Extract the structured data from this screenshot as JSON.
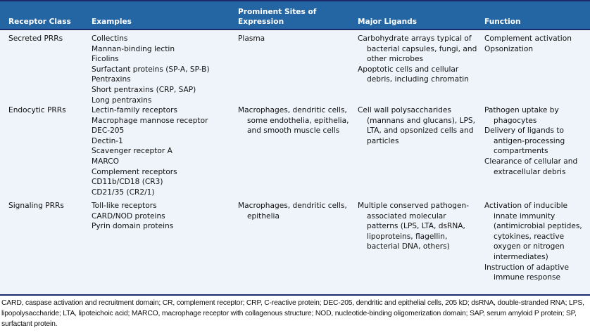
{
  "headers": [
    "Receptor Class",
    "Examples",
    "Prominent Sites of Expression",
    "Major Ligands",
    "Function"
  ],
  "rows": [
    {
      "cls": "Secreted PRRs",
      "examples": [
        "Collectins",
        "Mannan-binding lectin",
        "Ficolins",
        "Surfactant proteins (SP-A, SP-B)",
        "Pentraxins",
        "Short pentraxins (CRP, SAP)",
        "Long pentraxins"
      ],
      "sites": [
        "Plasma"
      ],
      "ligands": [
        "Carbohydrate arrays typical of bacterial capsules, fungi, and other microbes",
        "Apoptotic cells and cellular debris, including chromatin"
      ],
      "function": [
        "Complement activation",
        "Opsonization"
      ]
    },
    {
      "cls": "Endocytic PRRs",
      "examples": [
        "Lectin-family receptors",
        "Macrophage mannose receptor",
        "DEC-205",
        "Dectin-1",
        "Scavenger receptor A",
        "MARCO",
        "Complement receptors",
        "CD11b/CD18 (CR3)",
        "CD21/35 (CR2/1)"
      ],
      "sites": [
        "Macrophages, dendritic cells, some endothelia, epithelia, and smooth muscle cells"
      ],
      "ligands": [
        "Cell wall polysaccharides (mannans and glucans), LPS, LTA, and opsonized cells and particles"
      ],
      "function": [
        "Pathogen uptake by phagocytes",
        "Delivery of ligands to antigen-processing compartments",
        "Clearance of cellular and extracellular debris"
      ]
    },
    {
      "cls": "Signaling PRRs",
      "examples": [
        "Toll-like receptors",
        "CARD/NOD proteins",
        "Pyrin domain proteins"
      ],
      "sites": [
        "Macrophages, dendritic cells, epithelia"
      ],
      "ligands": [
        "Multiple conserved pathogen-associated molecular patterns (LPS, LTA, dsRNA, lipoproteins, flagellin, bacterial DNA, others)"
      ],
      "function": [
        "Activation of inducible innate immunity (antimicrobial peptides, cytokines, reactive oxygen or nitrogen intermediates)",
        "Instruction of adaptive immune response"
      ]
    }
  ],
  "footnote": "CARD, caspase activation and recruitment domain; CR, complement receptor; CRP, C-reactive protein; DEC-205, dendritic and epithelial cells, 205 kD; dsRNA, double-stranded RNA; LPS, lipopolysaccharide; LTA, lipoteichoic acid; MARCO, macrophage receptor with collagenous structure; NOD, nucleotide-binding oligomerization domain; SAP, serum amyloid P protein; SP, surfactant protein."
}
